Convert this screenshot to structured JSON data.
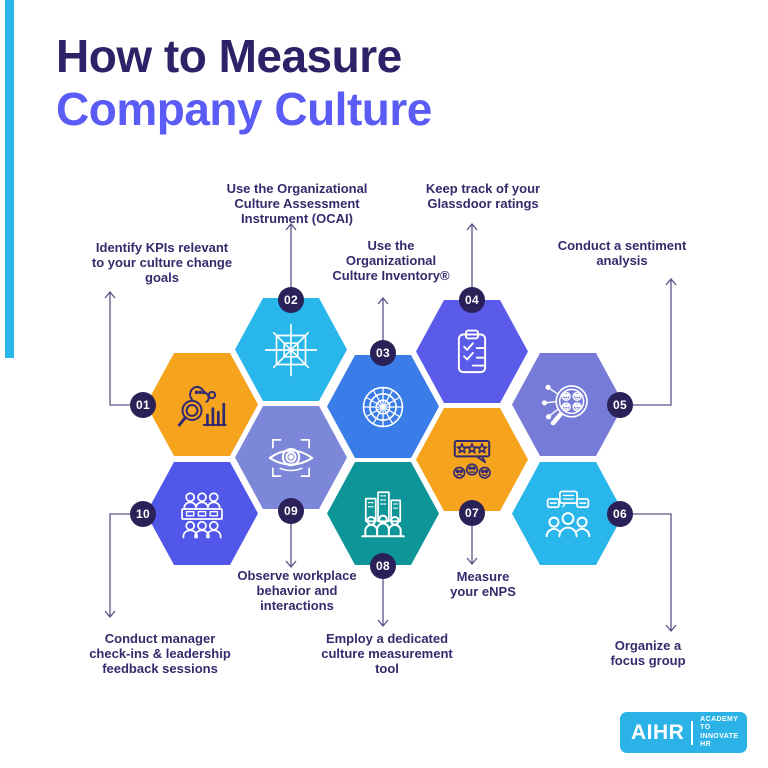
{
  "title": {
    "line1": "How to Measure",
    "line2": "Company Culture"
  },
  "steps": [
    {
      "num": "01",
      "label": "Identify KPIs relevant\nto your culture change\ngoals",
      "color": "#F6A41D",
      "icon": "magnifier-bar-chart-icon"
    },
    {
      "num": "02",
      "label": "Use the Organizational\nCulture Assessment\nInstrument (OCAI)",
      "color": "#29B6EA",
      "icon": "web-grid-icon"
    },
    {
      "num": "03",
      "label": "Use the\nOrganizational\nCulture Inventory®",
      "color": "#3A7DE8",
      "icon": "radar-web-icon"
    },
    {
      "num": "04",
      "label": "Keep track of your\nGlassdoor ratings",
      "color": "#5B5BEA",
      "icon": "clipboard-checklist-icon"
    },
    {
      "num": "05",
      "label": "Conduct a sentiment\nanalysis",
      "color": "#757BD6",
      "icon": "sentiment-magnifier-icon"
    },
    {
      "num": "06",
      "label": "Organize a\nfocus group",
      "color": "#29B6EA",
      "icon": "group-chat-icon"
    },
    {
      "num": "07",
      "label": "Measure\nyour eNPS",
      "color": "#F6A41D",
      "icon": "star-review-icon"
    },
    {
      "num": "08",
      "label": "Employ a dedicated\nculture measurement\ntool",
      "color": "#0E9598",
      "icon": "people-city-icon"
    },
    {
      "num": "09",
      "label": "Observe workplace\nbehavior and\ninteractions",
      "color": "#7D87DA",
      "icon": "eye-viewfinder-icon"
    },
    {
      "num": "10",
      "label": "Conduct manager\ncheck-ins & leadership\nfeedback sessions",
      "color": "#5157E8",
      "icon": "meeting-table-icon"
    }
  ],
  "logo": {
    "brand": "AIHR",
    "tagline": "ACADEMY TO\nINNOVATE HR"
  },
  "colors": {
    "title_primary": "#2C2267",
    "title_accent": "#5B5BF5",
    "label_text": "#352A6B",
    "badge_bg": "#2A2159",
    "connector": "#5A5186",
    "accent_bar": "#29B6EA",
    "logo_bg": "#2BB3E8"
  }
}
